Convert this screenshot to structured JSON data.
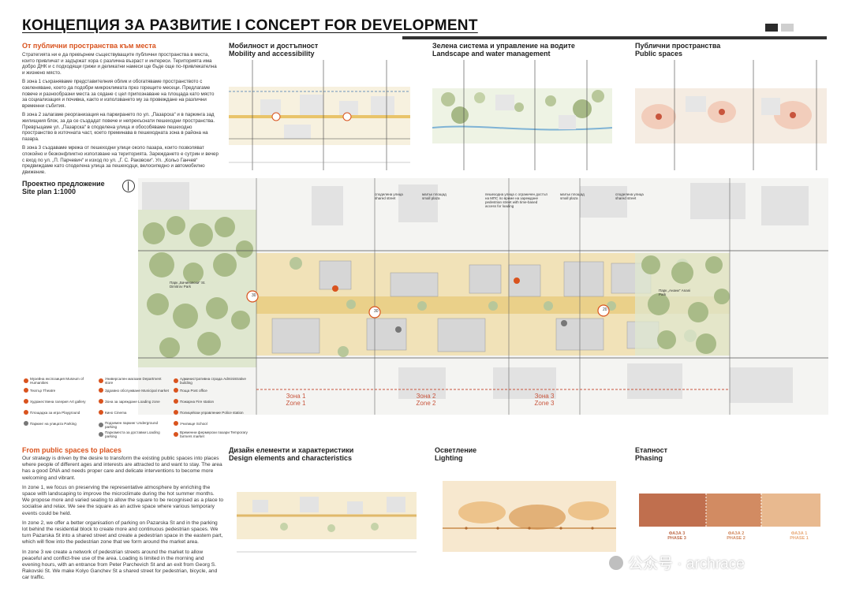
{
  "title": "КОНЦЕПЦИЯ ЗА РАЗВИТИЕ I CONCEPT FOR DEVELOPMENT",
  "sections": {
    "places_bg": {
      "heading": "От публични пространства към места"
    },
    "mobility": {
      "heading_bg": "Мобилност и достъпност",
      "heading_en": "Mobility and accessibility"
    },
    "landscape": {
      "heading_bg": "Зелена система и управление на водите",
      "heading_en": "Landscape and water management"
    },
    "public": {
      "heading_bg": "Публични пространства",
      "heading_en": "Public spaces"
    },
    "siteplan": {
      "heading_bg": "Проектно предложение",
      "heading_en": "Site plan 1:1000"
    },
    "places_en": {
      "heading": "From public spaces to places"
    },
    "design": {
      "heading_bg": "Дизайн елементи и характеристики",
      "heading_en": "Design elements and characteristics"
    },
    "lighting": {
      "heading_bg": "Осветление",
      "heading_en": "Lighting"
    },
    "phasing": {
      "heading_bg": "Етапност",
      "heading_en": "Phasing"
    }
  },
  "text_bg": {
    "p1": "Стратегията ни е да превърнем съществуващите публични пространства в места, които привличат и задържат хора с различна възраст и интереси. Територията има добро ДНК и с подходящи грижи и деликатни намеси ще бъде още по-привлекателна и жизнено място.",
    "p2": "В зона 1 съхраняваме представителния облик и обогатяваме пространството с озеленяване, което да подобри микроклимата през горещите месеци. Предлагаме повече и разнообразни места за сядане с цел припознаване на площада като място за социализация и почивка, както и използването му за провеждане на различни временни събития.",
    "p3": "В зона 2 залагаме реорганизация на паркирането по ул. „Пазарска“ и в паркинга зад жилищния блок, за да се създадат повече и непрекъснати пешеходни пространства. Превръщаме ул. „Пазарска“ в споделена улица и обособяваме пешеходно пространство в източната част, което преминава в пешеходната зона в района на пазара.",
    "p4": "В зона 3 създаваме мрежа от пешеходни улици около пазара, които позволяват спокойно и безконфликтно използване на територията. Зареждането е сутрин и вечер с вход по ул. „П. Парчевич“ и изход по ул. „Г. С. Раковски“. Ул. „Кольо Ганчев“ предвиждаме като споделена улица за пешеходци, велосипедно и автомобилно движение."
  },
  "text_en": {
    "p1": "Our strategy is driven by the desire to transform the existing public spaces into places where people of different ages and interests are attracted to and want to stay. The area has a good DNA and needs proper care and delicate interventions to become more welcoming and vibrant.",
    "p2": "In zone 1, we focus on preserving the representative atmosphere by enriching the space with landscaping to improve the microclimate during the hot summer months. We propose more and varied seating to allow the square to be recognised as a place to socialise and relax. We see the square as an active space where various temporary events could be held.",
    "p3": "In zone 2, we offer a better organisation of parking on Pazarska St and in the parking lot behind the residential block to create more and continuous pedestrian spaces. We turn Pazarska St into a shared street and create a pedestrian space in the eastern part, which will flow into the pedestrian zone that we form around the market area.",
    "p4": "In zone 3 we create a network of pedestrian streets around the market to allow peaceful and conflict-free use of the area. Loading is limited in the morning and evening hours, with an entrance from Peter Parchevich St and an exit from Georg S. Rakovski St. We make Kolyo Ganchev St a shared street for pedestrian, bicycle, and car traffic."
  },
  "siteplan_labels": {
    "shared_street": "споделена улица shared street",
    "small_plaza_1": "малък площад small plaza",
    "small_plaza_2": "малък площад small plaza",
    "pedestrian_street": "пешеходна улица с ограничен достъп на МПС по време на зареждане pedestrian street with time-based access for loading",
    "shared_street_2": "споделена улица shared street",
    "park_left": "Парк „Бачиновски“ St. Dimitrov Park",
    "park_right": "Парк „Анани“ Anani Park",
    "speed_1": "30",
    "speed_2": "30",
    "speed_3": "20"
  },
  "zones": [
    {
      "label_bg": "Зона 1",
      "label_en": "Zone 1"
    },
    {
      "label_bg": "Зона 2",
      "label_en": "Zone 2"
    },
    {
      "label_bg": "Зона 3",
      "label_en": "Zone 3"
    }
  ],
  "legend": [
    {
      "bg": "Музейна експозиция",
      "en": "Museum of Humanities"
    },
    {
      "bg": "Универсален магазин",
      "en": "Department store"
    },
    {
      "bg": "Административна сграда",
      "en": "Administrative building"
    },
    {
      "bg": "Театър",
      "en": "Theatre"
    },
    {
      "bg": "Здравно обслужване",
      "en": "Municipal market"
    },
    {
      "bg": "Поща",
      "en": "Post office"
    },
    {
      "bg": "Художествена галерия",
      "en": "Art gallery"
    },
    {
      "bg": "Зона за зареждане",
      "en": "Loading zone"
    },
    {
      "bg": "Пожарна",
      "en": "Fire station"
    },
    {
      "bg": "Площадка за игра",
      "en": "Playground"
    },
    {
      "bg": "Кино",
      "en": "Cinema"
    },
    {
      "bg": "Полицейски управление",
      "en": "Police station"
    },
    {
      "bg": "Паркинг на улицата",
      "en": "Parking"
    },
    {
      "bg": "Подземен паркинг",
      "en": "Underground parking"
    },
    {
      "bg": "Училище",
      "en": "School"
    },
    {
      "bg": "Временни фермерски пазари",
      "en": "Temporary farmers market"
    },
    {
      "bg": "Паркоместа за доставки",
      "en": "Loading parking"
    }
  ],
  "phases": [
    {
      "bg": "ФАЗА 3",
      "en": "PHASE 3"
    },
    {
      "bg": "ФАЗА 2",
      "en": "PHASE 2"
    },
    {
      "bg": "ФАЗА 1",
      "en": "PHASE 1"
    }
  ],
  "watermark": "公众号 · archrace",
  "colors": {
    "accent": "#d9531e",
    "green": "#b8c79a",
    "plaza": "#f1e2b8",
    "building": "#d9d9d9",
    "phase1": "#e8b98f",
    "phase2": "#d28b62",
    "phase3": "#c06f4e"
  }
}
